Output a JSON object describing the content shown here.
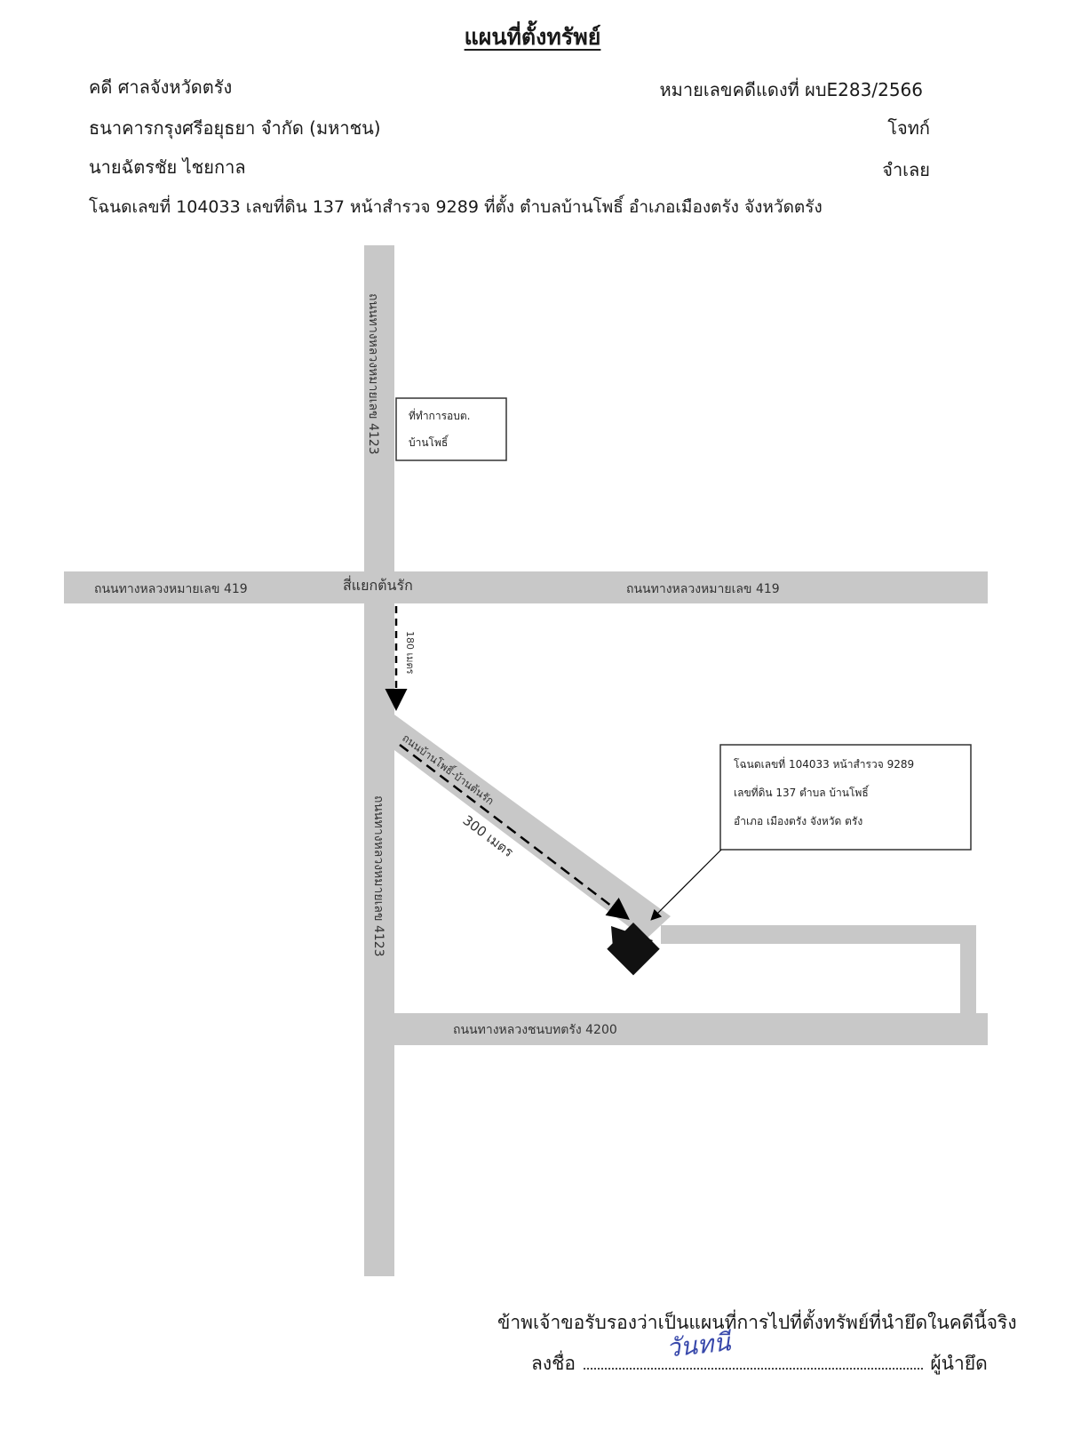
{
  "title": "แผนที่ตั้งทรัพย์",
  "header": {
    "court": "คดี ศาลจังหวัดตรัง",
    "case_no": "หมายเลขคดีแดงที่ ผบE283/2566",
    "plaintiff_name": "ธนาคารกรุงศรีอยุธยา จำกัด (มหาชน)",
    "plaintiff_role": "โจทก์",
    "defendant_name": "นายฉัตรชัย ไชยกาล",
    "defendant_role": "จำเลย",
    "deed_line": "โฉนดเลขที่ 104033 เลขที่ดิน 137 หน้าสำรวจ 9289 ที่ตั้ง ตำบลบ้านโพธิ์ อำเภอเมืองตรัง จังหวัดตรัง"
  },
  "map": {
    "road_4123_upper": "ถนนทางหลวงหมายเลข 4123",
    "road_4123_lower": "ถนนทางหลวงหมายเลข 4123",
    "road_419_left": "ถนนทางหลวงหมายเลข 419",
    "road_419_right": "ถนนทางหลวงหมายเลข 419",
    "intersection": "สี่แยกต้นรัก",
    "diagonal_road": "ถนนบ้านโพธิ์-บ้านต้นรัก",
    "road_4200": "ถนนทางหลวงชนบทตรัง 4200",
    "distance_1": "180 เมตร",
    "distance_2": "300 เมตร",
    "office_box": {
      "line1": "ที่ทำการอบต.",
      "line2": "บ้านโพธิ์"
    },
    "property_box": {
      "line1": "โฉนดเลขที่ 104033   หน้าสำรวจ 9289",
      "line2": "เลขที่ดิน  137   ตำบล บ้านโพธิ์",
      "line3": "อำเภอ เมืองตรัง  จังหวัด ตรัง"
    },
    "colors": {
      "road": "#c8c8c8",
      "property": "#111111",
      "box_border": "#333333"
    }
  },
  "footer": {
    "certify": "ข้าพเจ้าขอรับรองว่าเป็นแผนที่การไปที่ตั้งทรัพย์ที่นำยึดในคดีนี้จริง",
    "sign_label": "ลงชื่อ",
    "signature": "วันทนี",
    "signer_role": "ผู้นำยึด"
  }
}
